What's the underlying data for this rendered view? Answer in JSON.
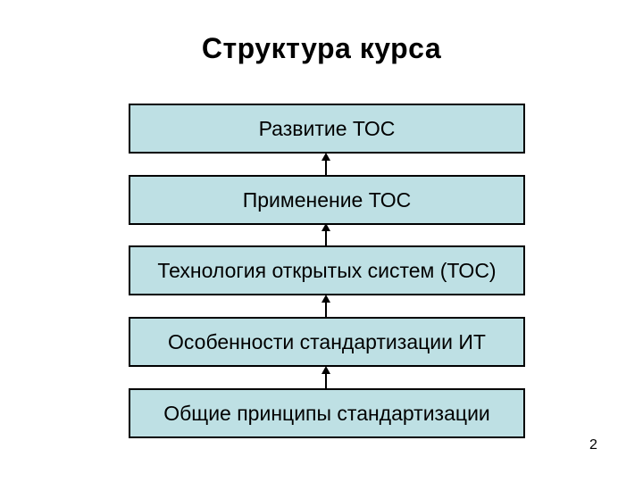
{
  "slide": {
    "title": "Структура курса",
    "page_number": "2",
    "boxes": [
      {
        "label": "Развитие ТОС"
      },
      {
        "label": "Применение ТОС"
      },
      {
        "label": "Технология открытых систем (ТОС)"
      },
      {
        "label": "Особенности стандартизации ИТ"
      },
      {
        "label": "Общие принципы стандартизации"
      }
    ],
    "arrows": {
      "direction": "up",
      "count": 4
    },
    "colors": {
      "box_fill": "#bee0e4",
      "box_border": "#000000",
      "slide_background": "#ffffff",
      "text": "#000000"
    }
  }
}
